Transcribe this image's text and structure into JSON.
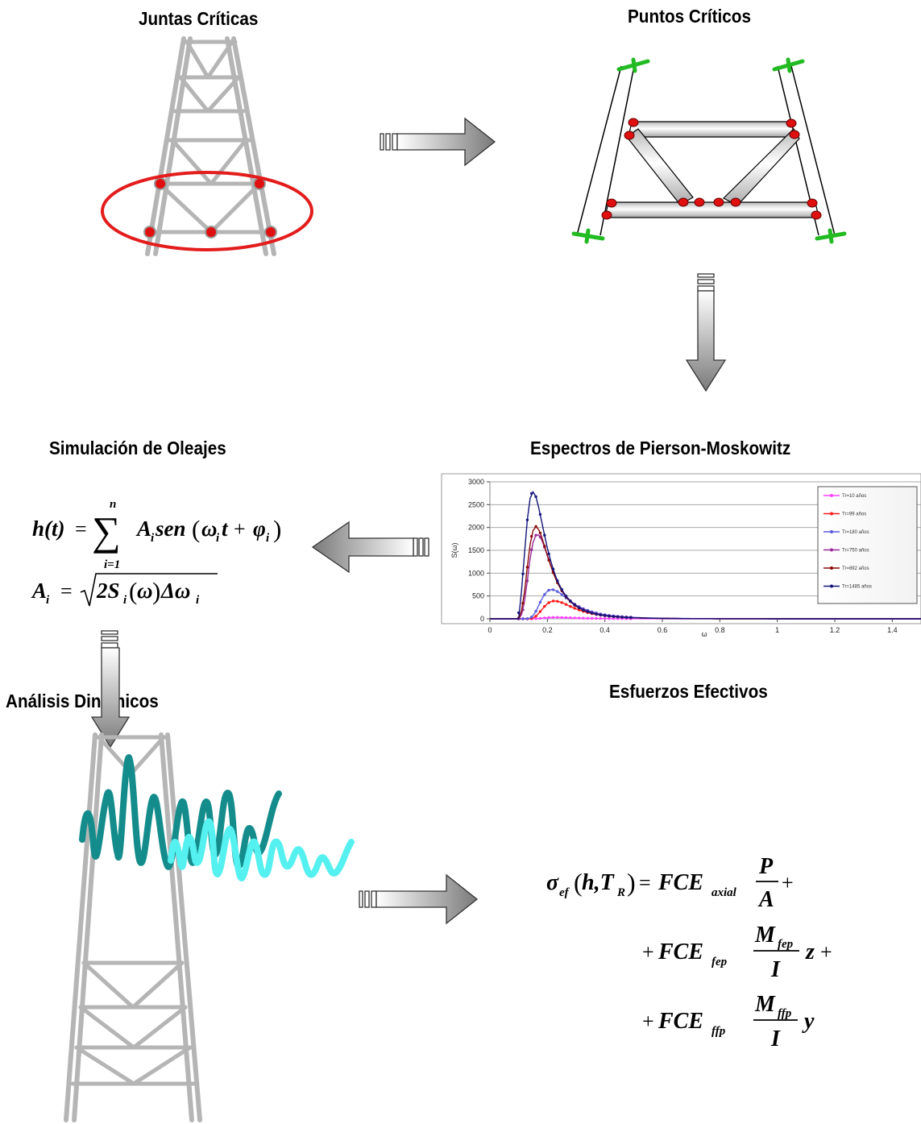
{
  "titles": {
    "juntas": "Juntas Críticas",
    "puntos": "Puntos Críticos",
    "simulacion": "Simulación de Oleajes",
    "espectros": "Espectros de Pierson-Moskowitz",
    "analisis": "Análisis Dinámicos",
    "esfuerzos": "Esfuerzos Efectivos"
  },
  "colors": {
    "critical_point": "#e01010",
    "support": "#22bb22",
    "tower": "#b8b8b8",
    "wave_dark": "#148c8c",
    "wave_light": "#55f0f0",
    "arrow_gray": "#888888"
  },
  "chart_data": {
    "type": "line",
    "xlabel": "ω",
    "ylabel": "S(ω)",
    "xlim": [
      0,
      1.5
    ],
    "ylim": [
      0,
      3000
    ],
    "x_ticks": [
      "0",
      "0.2",
      "0.4",
      "0.6",
      "0.8",
      "1",
      "1.2",
      "1.4"
    ],
    "y_ticks": [
      "0",
      "500",
      "1000",
      "1500",
      "2000",
      "2500",
      "3000"
    ],
    "grid": true,
    "legend_position": "right",
    "series": [
      {
        "name": "Tr=10 años",
        "color": "#ff44ff",
        "peak_x": 0.23,
        "peak_y": 30,
        "values_desc": ""
      },
      {
        "name": "Tr=99 años",
        "color": "#ff1a1a",
        "peak_x": 0.225,
        "peak_y": 390
      },
      {
        "name": "Tr=180 años",
        "color": "#5a5ae0",
        "peak_x": 0.215,
        "peak_y": 640
      },
      {
        "name": "Tr=750 años",
        "color": "#9a2a9a",
        "peak_x": 0.165,
        "peak_y": 1850
      },
      {
        "name": "Tr=892 años",
        "color": "#8a0a0a",
        "peak_x": 0.16,
        "peak_y": 2020
      },
      {
        "name": "Tr=1485 años",
        "color": "#14147a",
        "peak_x": 0.15,
        "peak_y": 2780
      }
    ]
  }
}
